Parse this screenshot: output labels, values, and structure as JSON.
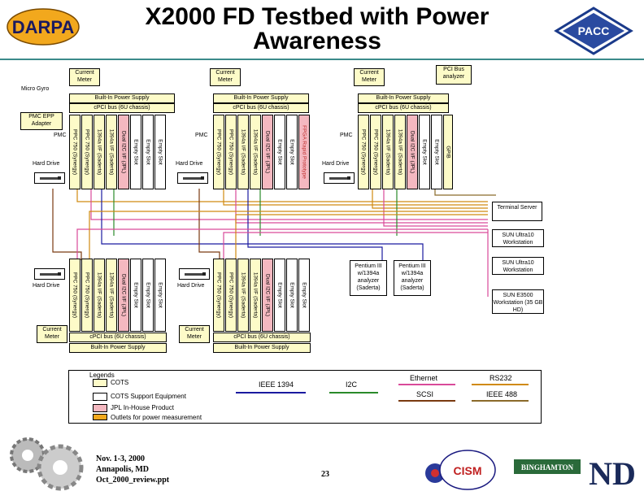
{
  "title": "X2000 FD Testbed with Power Awareness",
  "logos": {
    "left": "DARPA",
    "right": "PACC",
    "footer_right": "BINGHAMTON",
    "footer_mid": "CISM",
    "footer_nd": "ND"
  },
  "meters": {
    "current_meter": "Current Meter",
    "pci_bus_analyzer": "PCI Bus analyzer"
  },
  "labels": {
    "micro_gyro": "Micro Gyro",
    "pmc_epp_adapter": "PMC EPP Adapter",
    "pmc": "PMC",
    "hard_drive": "Hard Drive",
    "power_supply": "Built-In Power Supply",
    "cpci_bus": "cPCI bus (6U chassis)",
    "gpib": "GPIB",
    "terminal_server": "Terminal Server",
    "sun_ultra10_a": "SUN Ultra10 Workstation",
    "sun_ultra10_b": "SUN Ultra10 Workstation",
    "sun_e3500": "SUN E3500 Workstation (35 GB HD)",
    "pentium_a": "Pentium III w/1394a analyzer (Saderta)",
    "pentium_b": "Pentium III w/1394a analyzer (Saderta)"
  },
  "slots": {
    "empty": "Empty Slot",
    "dual_i2c": "Dual I2C I/F (JPL)",
    "i1394a": "1394a I/F (Saderta)",
    "ppc750": "PPC 750 (Synergy)",
    "fpga": "FPGA Rapid Prototype"
  },
  "legend": {
    "title": "Legends",
    "cots": "COTS",
    "cots_support": "COTS Support Equipment",
    "jpl_line1": "JPL In-House Product",
    "jpl_line2": "Outlets for power measurement",
    "ieee1394": "IEEE 1394",
    "i2c": "I2C",
    "ethernet": "Ethernet",
    "scsi": "SCSI",
    "rs232": "RS232",
    "ieee488": "IEEE 488"
  },
  "colors": {
    "ieee1394": "#1a1aa0",
    "i2c": "#2a8a2a",
    "ethernet": "#d94a9a",
    "scsi": "#7a3a10",
    "rs232": "#d08a10",
    "ieee488": "#8a6a2a",
    "yellow": "#fdfbc8",
    "pink": "#f4b8c0"
  },
  "footer": {
    "line1": "Nov. 1-3, 2000",
    "line2": "Annapolis, MD",
    "line3": "Oct_2000_review.ppt",
    "page": "23"
  }
}
